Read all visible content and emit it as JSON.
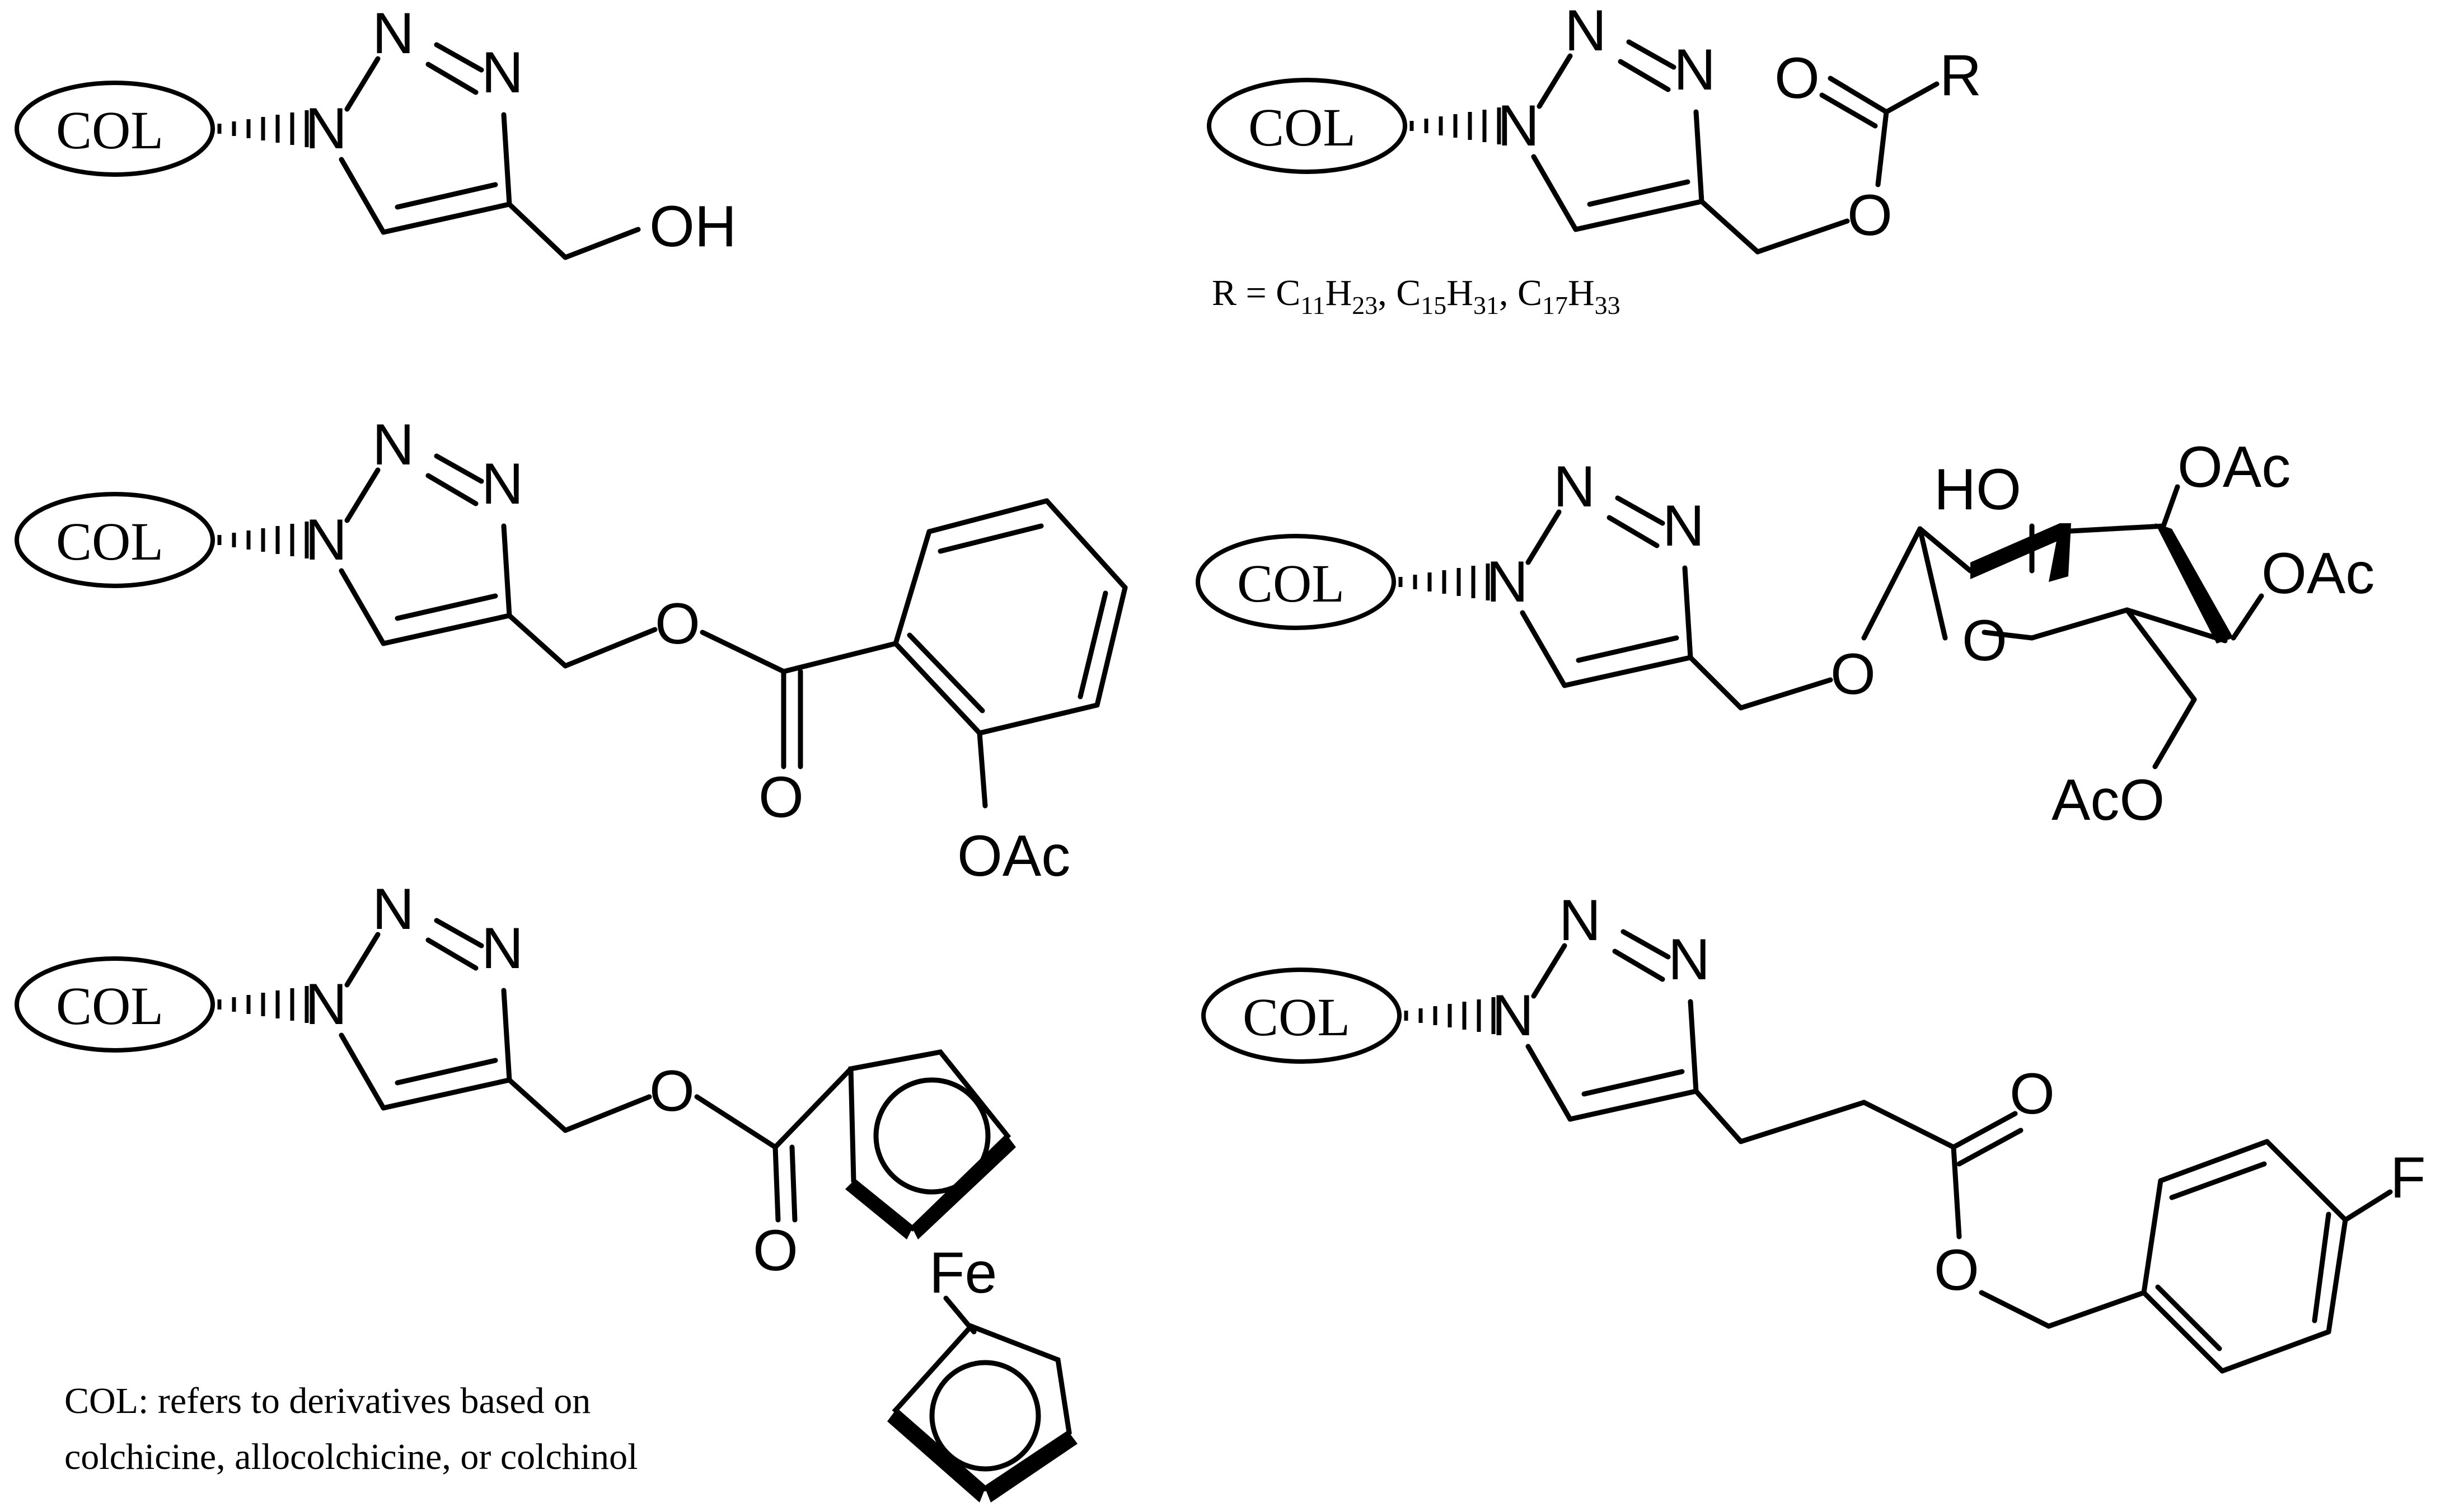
{
  "atoms": {
    "N": "N",
    "N1": "N",
    "O": "O",
    "OH": "OH",
    "HO": "HO",
    "OAc": "OAc",
    "AcO": "AcO",
    "R": "R",
    "F": "F",
    "Fe": "Fe"
  },
  "col_label": "COL",
  "r_definition": {
    "prefix": "R = C",
    "parts": [
      {
        "base": "C",
        "sub1": "11",
        "mid": "H",
        "sub2": "23"
      },
      {
        "base": "C",
        "sub1": "15",
        "mid": "H",
        "sub2": "31"
      },
      {
        "base": "C",
        "sub1": "17",
        "mid": "H",
        "sub2": "33"
      }
    ]
  },
  "caption": {
    "line1": "COL: refers to derivatives based on",
    "line2": "colchicine, allocolchicine, or colchinol"
  }
}
